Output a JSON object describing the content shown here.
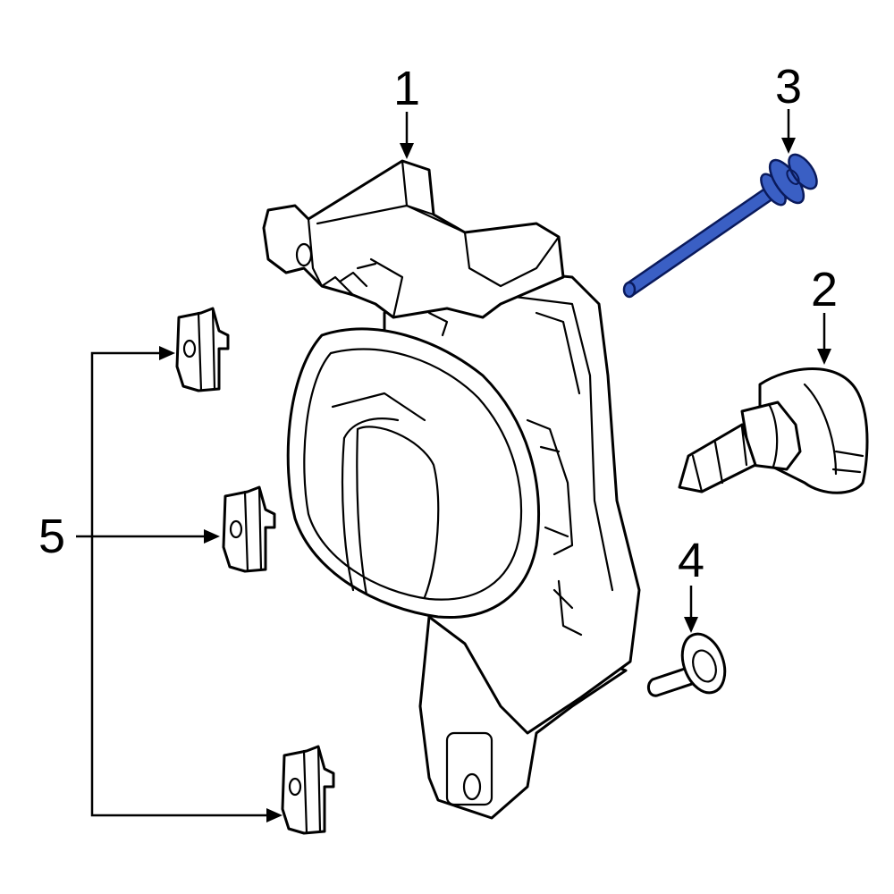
{
  "callouts": [
    {
      "id": "1",
      "label": "1"
    },
    {
      "id": "2",
      "label": "2"
    },
    {
      "id": "3",
      "label": "3"
    },
    {
      "id": "4",
      "label": "4"
    },
    {
      "id": "5",
      "label": "5"
    }
  ],
  "colors": {
    "highlight": "#3a5fc4",
    "highlight_outline": "#0a1a5c",
    "line": "#000000",
    "background": "#ffffff"
  }
}
